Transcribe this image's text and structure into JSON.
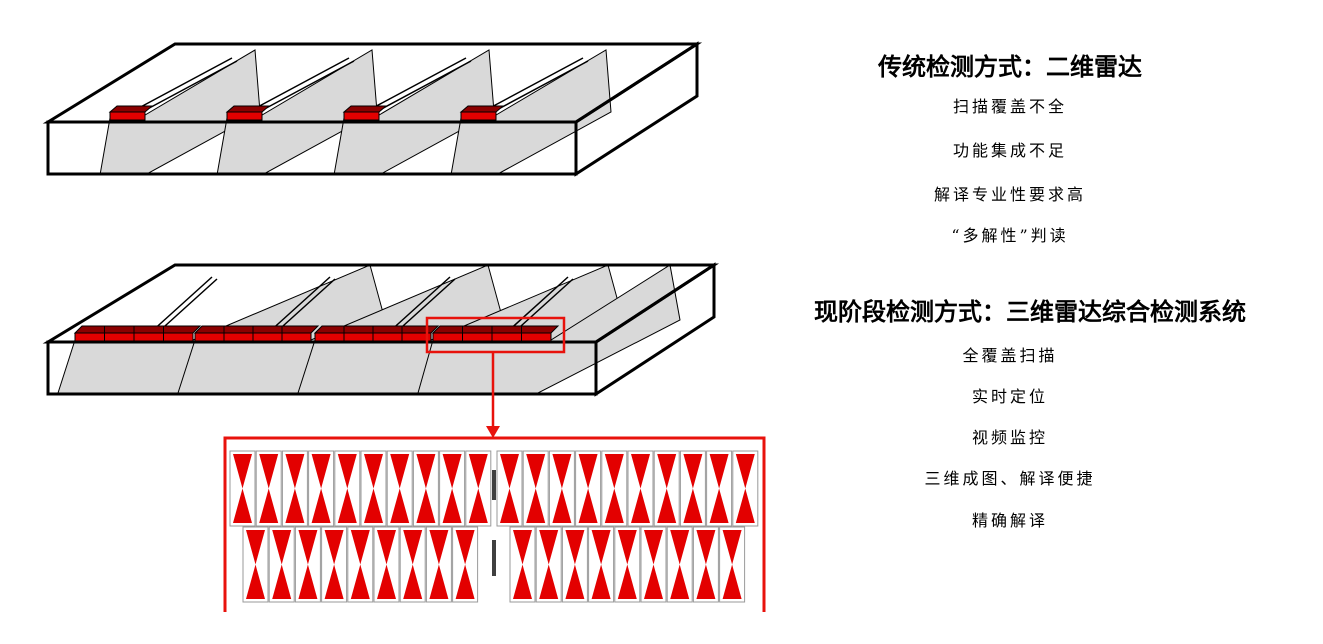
{
  "traditional": {
    "title": "传统检测方式：二维雷达",
    "items": [
      "扫描覆盖不全",
      "功能集成不足",
      "解译专业性要求高",
      "“多解性”判读"
    ]
  },
  "current": {
    "title": "现阶段检测方式：三维雷达综合检测系统",
    "items": [
      "全覆盖扫描",
      "实时定位",
      "视频监控",
      "三维成图、解译便捷",
      "精确解译"
    ]
  },
  "colors": {
    "antenna_red": "#e30000",
    "antenna_dark": "#8b0000",
    "highlight": "#e8120c",
    "beam_fill": "#d9d9d9",
    "outline": "#000000"
  }
}
